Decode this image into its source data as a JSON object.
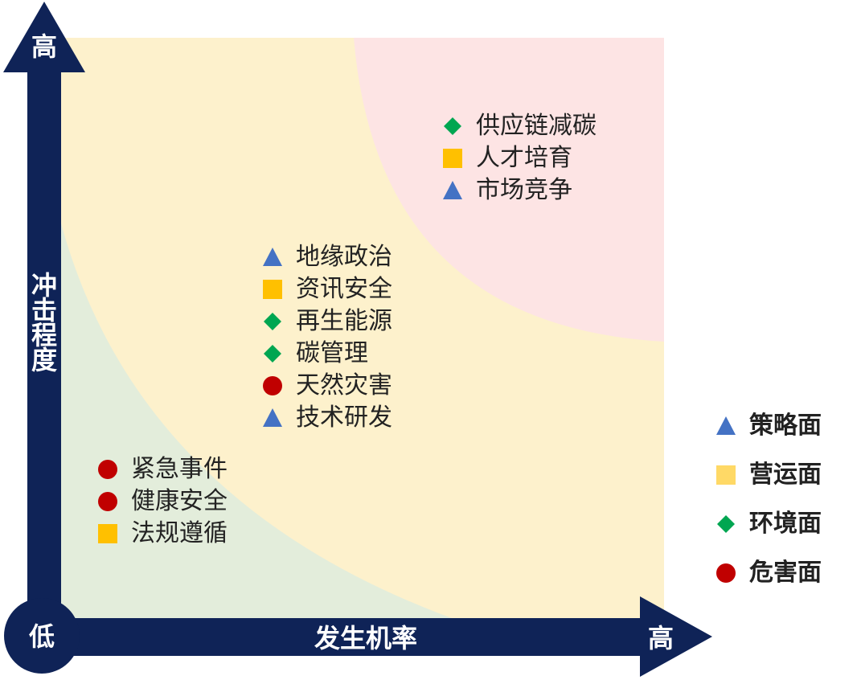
{
  "axes": {
    "y_high": "高",
    "y_label": "冲击程度",
    "origin_low": "低",
    "x_label": "发生机率",
    "x_high": "高"
  },
  "colors": {
    "axis": "#0f2357",
    "zone_low": "#e3eddb",
    "zone_mid": "#fdf1cc",
    "zone_high": "#fde4e4",
    "strategy": "#4472c4",
    "operation_square": "#ffc000",
    "operation_legend": "#ffd966",
    "environment": "#00a651",
    "hazard": "#c00000"
  },
  "groups": [
    {
      "zone": "high",
      "items": [
        {
          "label": "供应链减碳",
          "shape": "diamond-icon",
          "category": "环境面"
        },
        {
          "label": "人才培育",
          "shape": "square-icon",
          "category": "营运面"
        },
        {
          "label": "市场竞争",
          "shape": "triangle-icon",
          "category": "策略面"
        }
      ]
    },
    {
      "zone": "mid",
      "items": [
        {
          "label": "地缘政治",
          "shape": "triangle-icon",
          "category": "策略面"
        },
        {
          "label": "资讯安全",
          "shape": "square-icon",
          "category": "营运面"
        },
        {
          "label": "再生能源",
          "shape": "diamond-icon",
          "category": "环境面"
        },
        {
          "label": "碳管理",
          "shape": "diamond-icon",
          "category": "环境面"
        },
        {
          "label": "天然灾害",
          "shape": "circle-icon",
          "category": "危害面"
        },
        {
          "label": "技术研发",
          "shape": "triangle-icon",
          "category": "策略面"
        }
      ]
    },
    {
      "zone": "low",
      "items": [
        {
          "label": "紧急事件",
          "shape": "circle-icon",
          "category": "危害面"
        },
        {
          "label": "健康安全",
          "shape": "circle-icon",
          "category": "危害面"
        },
        {
          "label": "法规遵循",
          "shape": "square-icon",
          "category": "营运面"
        }
      ]
    }
  ],
  "legend": [
    {
      "label": "策略面",
      "shape": "triangle-icon",
      "color": "#4472c4"
    },
    {
      "label": "营运面",
      "shape": "square-icon",
      "color": "#ffd966"
    },
    {
      "label": "环境面",
      "shape": "diamond-icon",
      "color": "#00a651"
    },
    {
      "label": "危害面",
      "shape": "circle-icon",
      "color": "#c00000"
    }
  ]
}
